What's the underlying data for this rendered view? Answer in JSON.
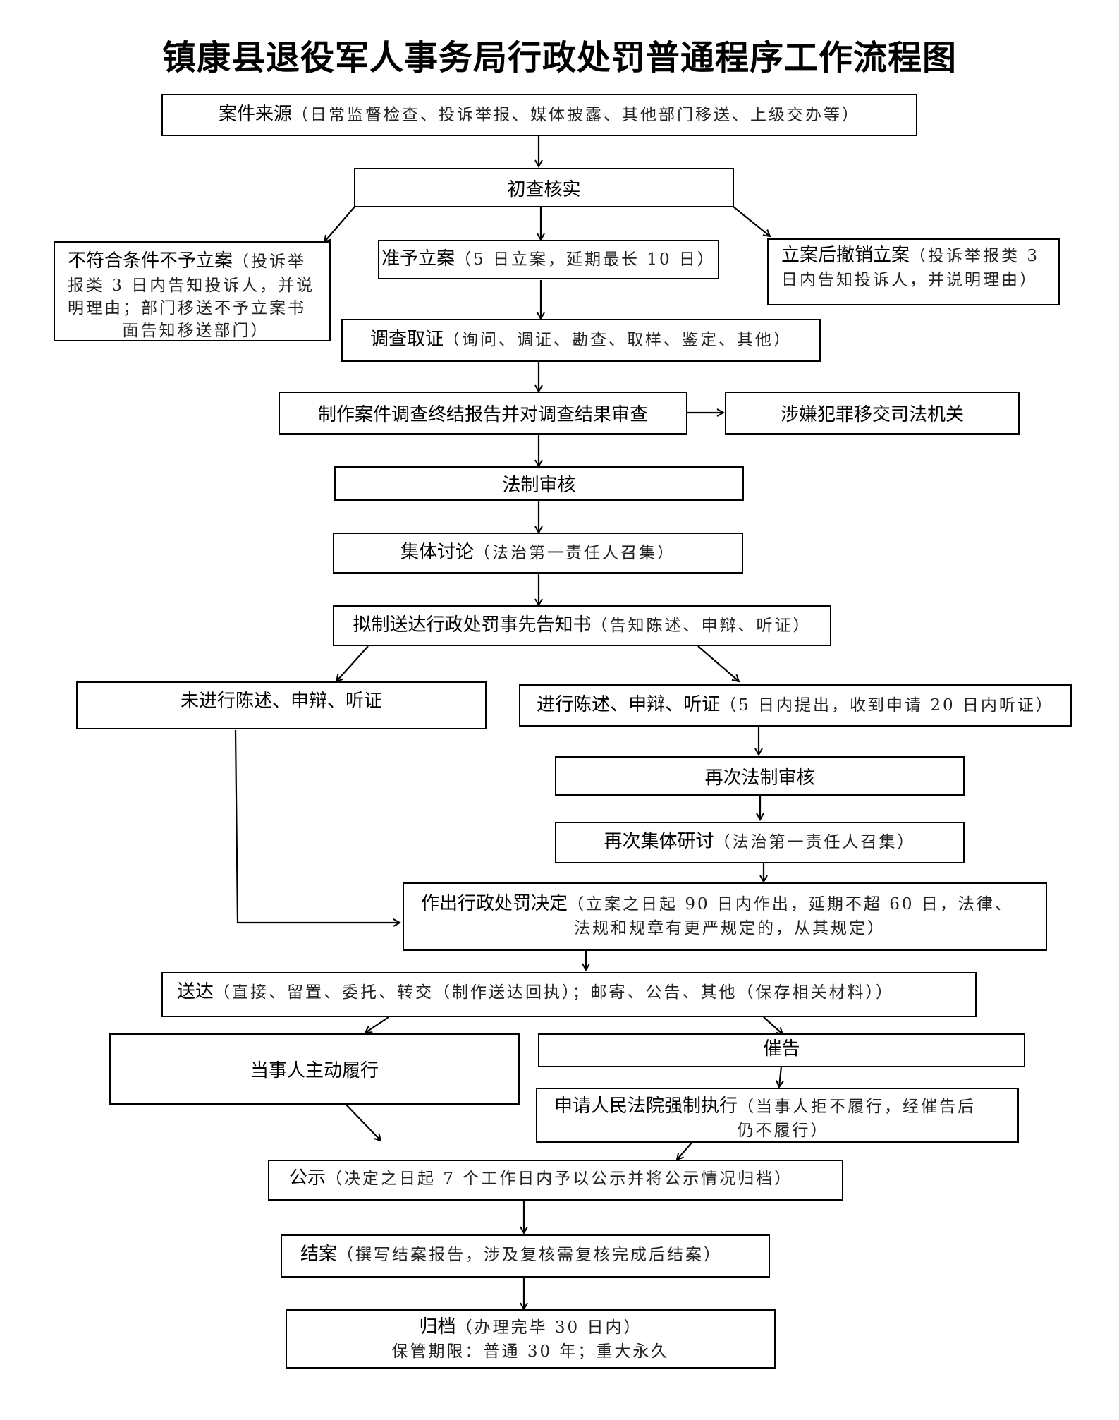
{
  "title": "镇康县退役军人事务局行政处罚普通程序工作流程图",
  "boxes": {
    "case_source": {
      "label": "案件来源",
      "note": "（日常监督检查、投诉举报、媒体披露、其他部门移送、上级交办等）"
    },
    "preliminary_check": {
      "label": "初查核实"
    },
    "not_filed": {
      "label": "不符合条件不予立案",
      "note_1": "（投诉举",
      "note_2": "报类 3 日内告知投诉人，并说",
      "note_3": "明理由；部门移送不予立案书",
      "note_4": "面告知移送部门）"
    },
    "filed": {
      "label": "准予立案",
      "note": "（5 日立案，延期最长 10 日）"
    },
    "revoked": {
      "label": "立案后撤销立案",
      "note_1": "（投诉举报类 3",
      "note_2": "日内告知投诉人，并说明理由）"
    },
    "investigation": {
      "label": "调查取证",
      "note": "（询问、调证、勘查、取样、鉴定、其他）"
    },
    "final_report": {
      "label": "制作案件调查终结报告并对调查结果审查"
    },
    "judicial_transfer": {
      "label": "涉嫌犯罪移交司法机关"
    },
    "legal_review": {
      "label": "法制审核"
    },
    "group_discussion": {
      "label": "集体讨论",
      "note": "（法治第一责任人召集）"
    },
    "prior_notice": {
      "label": "拟制送达行政处罚事先告知书",
      "note": "（告知陈述、申辩、听证）"
    },
    "no_hearing": {
      "label": "未进行陈述、申辩、听证"
    },
    "hearing": {
      "label": "进行陈述、申辩、听证",
      "note": "（5 日内提出，收到申请 20 日内听证）"
    },
    "second_legal_review": {
      "label": "再次法制审核"
    },
    "second_discussion": {
      "label": "再次集体研讨",
      "note": "（法治第一责任人召集）"
    },
    "decision": {
      "label": "作出行政处罚决定",
      "note_1": "（立案之日起 90 日内作出，延期不超 60 日，法律、",
      "note_2": "法规和规章有更严规定的，从其规定）"
    },
    "delivery": {
      "label": "送达",
      "note": "（直接、留置、委托、转交（制作送达回执）；邮寄、公告、其他（保存相关材料））"
    },
    "voluntary": {
      "label": "当事人主动履行"
    },
    "urge": {
      "label": "催告"
    },
    "court_enforcement": {
      "label": "申请人民法院强制执行",
      "note_1": "（当事人拒不履行，经催告后",
      "note_2": "仍不履行）"
    },
    "publicity": {
      "label": "公示",
      "note": "（决定之日起 7 个工作日内予以公示并将公示情况归档）"
    },
    "closing": {
      "label": "结案",
      "note": "（撰写结案报告，涉及复核需复核完成后结案）"
    },
    "archive": {
      "label": "归档",
      "note_1": "（办理完毕 30 日内）",
      "note_2": "保管期限：普通 30 年；重大永久"
    }
  }
}
